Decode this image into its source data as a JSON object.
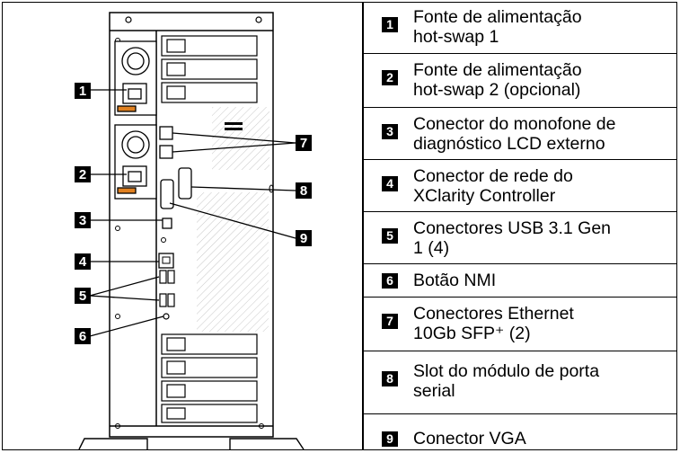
{
  "callouts": [
    "1",
    "2",
    "3",
    "4",
    "5",
    "6",
    "7",
    "8",
    "9"
  ],
  "legend": [
    {
      "num": "1",
      "text": "Fonte de alimentação\nhot-swap 1"
    },
    {
      "num": "2",
      "text": "Fonte de alimentação\nhot-swap 2 (opcional)"
    },
    {
      "num": "3",
      "text": "Conector do monofone de\ndiagnóstico LCD externo"
    },
    {
      "num": "4",
      "text": "Conector de rede do\nXClarity Controller"
    },
    {
      "num": "5",
      "text": "Conectores USB 3.1 Gen\n1 (4)"
    },
    {
      "num": "6",
      "text": "Botão NMI"
    },
    {
      "num": "7",
      "text": "Conectores Ethernet\n10Gb SFP⁺ (2)"
    },
    {
      "num": "8",
      "text": "Slot do módulo de porta\nserial"
    },
    {
      "num": "9",
      "text": "Conector VGA"
    }
  ]
}
